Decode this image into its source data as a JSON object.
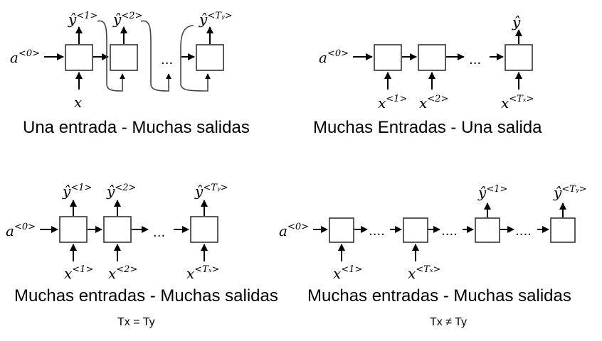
{
  "panels": [
    {
      "caption": "Una entrada - Muchas salidas",
      "a0": {
        "base": "a",
        "sup": "<0>"
      },
      "input": "x",
      "outputs": [
        {
          "base": "ŷ",
          "sup": "<1>"
        },
        {
          "base": "ŷ",
          "sup": "<2>"
        },
        {
          "base": "ŷ",
          "sup": "<Tᵧ>"
        }
      ],
      "ellipsis": "..."
    },
    {
      "caption": "Muchas Entradas - Una salida",
      "a0": {
        "base": "a",
        "sup": "<0>"
      },
      "inputs": [
        {
          "base": "x",
          "sup": "<1>"
        },
        {
          "base": "x",
          "sup": "<2>"
        },
        {
          "base": "x",
          "sup": "<Tₓ>"
        }
      ],
      "output": "ŷ",
      "ellipsis": "..."
    },
    {
      "caption": "Muchas entradas - Muchas salidas",
      "note": "Tx = Ty",
      "a0": {
        "base": "a",
        "sup": "<0>"
      },
      "inputs": [
        {
          "base": "x",
          "sup": "<1>"
        },
        {
          "base": "x",
          "sup": "<2>"
        },
        {
          "base": "x",
          "sup": "<Tₓ>"
        }
      ],
      "outputs": [
        {
          "base": "ŷ",
          "sup": "<1>"
        },
        {
          "base": "ŷ",
          "sup": "<2>"
        },
        {
          "base": "ŷ",
          "sup": "<Tᵧ>"
        }
      ],
      "ellipsis": "..."
    },
    {
      "caption": "Muchas entradas - Muchas salidas",
      "note": "Tx ≠ Ty",
      "a0": {
        "base": "a",
        "sup": "<0>"
      },
      "inputs": [
        {
          "base": "x",
          "sup": "<1>"
        },
        {
          "base": "x",
          "sup": "<Tₓ>"
        }
      ],
      "outputs": [
        {
          "base": "ŷ",
          "sup": "<1>"
        },
        {
          "base": "ŷ",
          "sup": "<Tᵧ>"
        }
      ],
      "ellipsis": "...."
    }
  ],
  "colors": {
    "ink": "#000000",
    "cell_border": "#333333",
    "background": "#ffffff"
  }
}
